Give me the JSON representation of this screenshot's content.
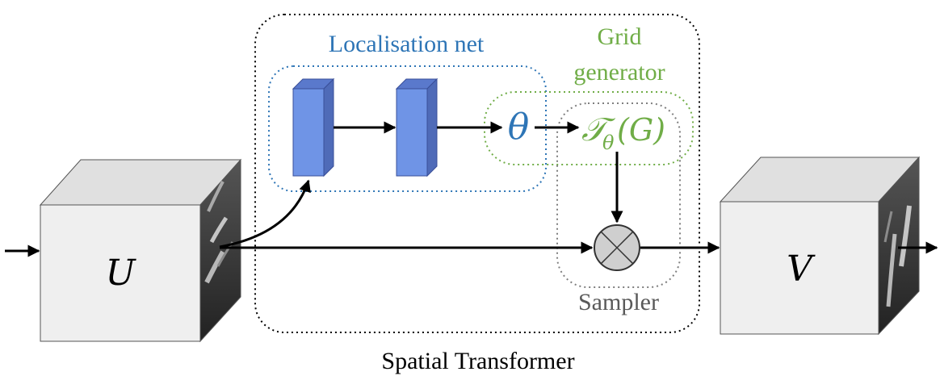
{
  "labels": {
    "localisation_net": "Localisation net",
    "grid_generator_line1": "Grid",
    "grid_generator_line2": "generator",
    "sampler": "Sampler",
    "spatial_transformer": "Spatial Transformer"
  },
  "math": {
    "input_symbol": "U",
    "output_symbol": "V",
    "theta": "θ",
    "transform_T": "𝒯",
    "transform_sub": "θ",
    "transform_arg": "(G)"
  },
  "colors": {
    "localisation": "#2e75b6",
    "grid_generator": "#70ad47",
    "sampler": "#7f7f7f",
    "layer_front": "#6f94e6",
    "layer_side": "#4f6bb8",
    "layer_top": "#5a79cc",
    "cube_front": "#efefef",
    "cube_top": "#e0e0e0",
    "cube_side": "#2a2a2a",
    "sampler_node": "#cfcfcf"
  }
}
